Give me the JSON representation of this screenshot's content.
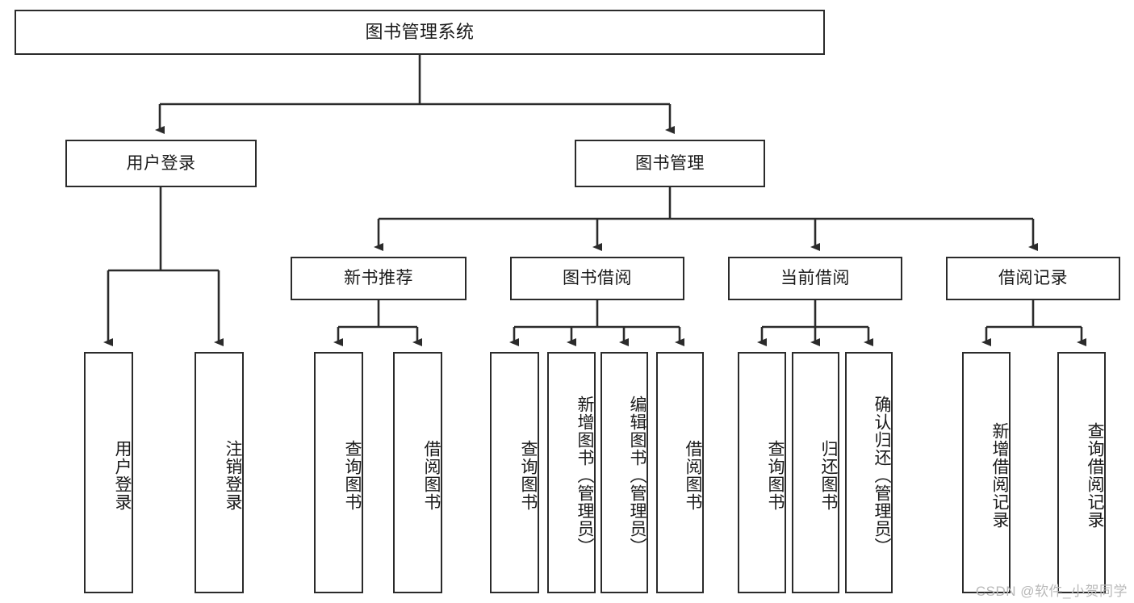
{
  "diagram": {
    "title": "图书管理系统",
    "type": "tree-hierarchy",
    "orientation": "top-down",
    "colors": {
      "box_border": "#2b2b2b",
      "box_fill": "#ffffff",
      "line": "#2b2b2b",
      "text": "#1a1a1a",
      "watermark": "#b9b9b9",
      "background": "#ffffff"
    }
  },
  "nodes": {
    "root": {
      "label": "图书管理系统"
    },
    "level2": [
      {
        "id": "user-login",
        "label": "用户登录"
      },
      {
        "id": "book-manage",
        "label": "图书管理"
      }
    ],
    "level3": [
      {
        "id": "new-book-recommend",
        "label": "新书推荐"
      },
      {
        "id": "book-borrow",
        "label": "图书借阅"
      },
      {
        "id": "current-borrow",
        "label": "当前借阅"
      },
      {
        "id": "borrow-record",
        "label": "借阅记录"
      }
    ],
    "leaves": {
      "user-login": [
        {
          "id": "leaf-user-login",
          "label": "用户登录"
        },
        {
          "id": "leaf-logout-login",
          "label": "注销登录"
        }
      ],
      "new-book-recommend": [
        {
          "id": "leaf-query-book-1",
          "label": "查询图书"
        },
        {
          "id": "leaf-borrow-book-1",
          "label": "借阅图书"
        }
      ],
      "book-borrow": [
        {
          "id": "leaf-query-book-2",
          "label": "查询图书"
        },
        {
          "id": "leaf-add-book-admin",
          "label": "新增图书（管理员）"
        },
        {
          "id": "leaf-edit-book-admin",
          "label": "编辑图书（管理员）"
        },
        {
          "id": "leaf-borrow-book-2",
          "label": "借阅图书"
        }
      ],
      "current-borrow": [
        {
          "id": "leaf-query-book-3",
          "label": "查询图书"
        },
        {
          "id": "leaf-return-book",
          "label": "归还图书"
        },
        {
          "id": "leaf-confirm-return-admin",
          "label": "确认归还（管理员）"
        }
      ],
      "borrow-record": [
        {
          "id": "leaf-add-borrow-record",
          "label": "新增借阅记录"
        },
        {
          "id": "leaf-query-borrow-record",
          "label": "查询借阅记录"
        }
      ]
    }
  },
  "watermark": {
    "text": "CSDN @软件_小贺同学"
  }
}
